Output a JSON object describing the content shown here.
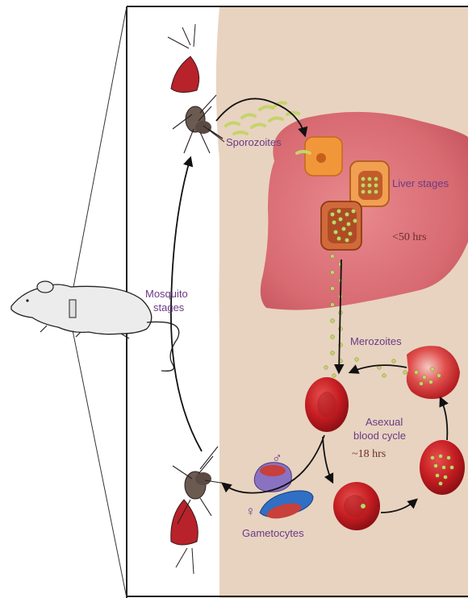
{
  "labels": {
    "sporozoites": "Sporozoites",
    "liver_stages": "Liver stages",
    "liver_time": "<50 hrs",
    "mosquito_1": "Mosquito",
    "mosquito_2": "stages",
    "merozoites": "Merozoites",
    "asexual_1": "Asexual",
    "asexual_2": "blood cycle",
    "asexual_time": "~18 hrs",
    "male_symbol": "♂",
    "female_symbol": "♀",
    "gametocytes": "Gametocytes"
  },
  "colors": {
    "tissue_bg": "#e8d3c0",
    "liver": "#d86a72",
    "rbc": "#c41d22",
    "parasite": "#c5d46a",
    "label_purple": "#6b3a86",
    "male_gametocyte": "#7d6bb5",
    "female_gametocyte": "#2f6fc4"
  }
}
